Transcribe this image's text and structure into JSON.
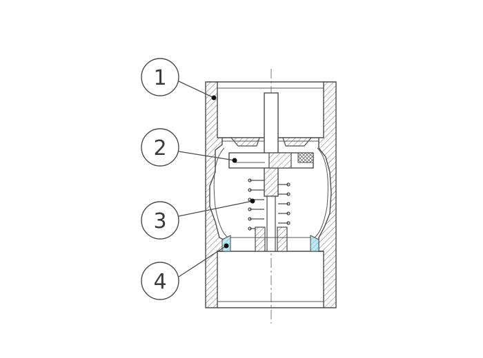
{
  "diagram": {
    "type": "check-valve-cross-section",
    "colors": {
      "line": "#4a4a4a",
      "hatch": "#6a6a6a",
      "seal": "#8fd3e6",
      "background": "#ffffff"
    },
    "callouts": [
      {
        "number": "1"
      },
      {
        "number": "2"
      },
      {
        "number": "3"
      },
      {
        "number": "4"
      }
    ]
  }
}
